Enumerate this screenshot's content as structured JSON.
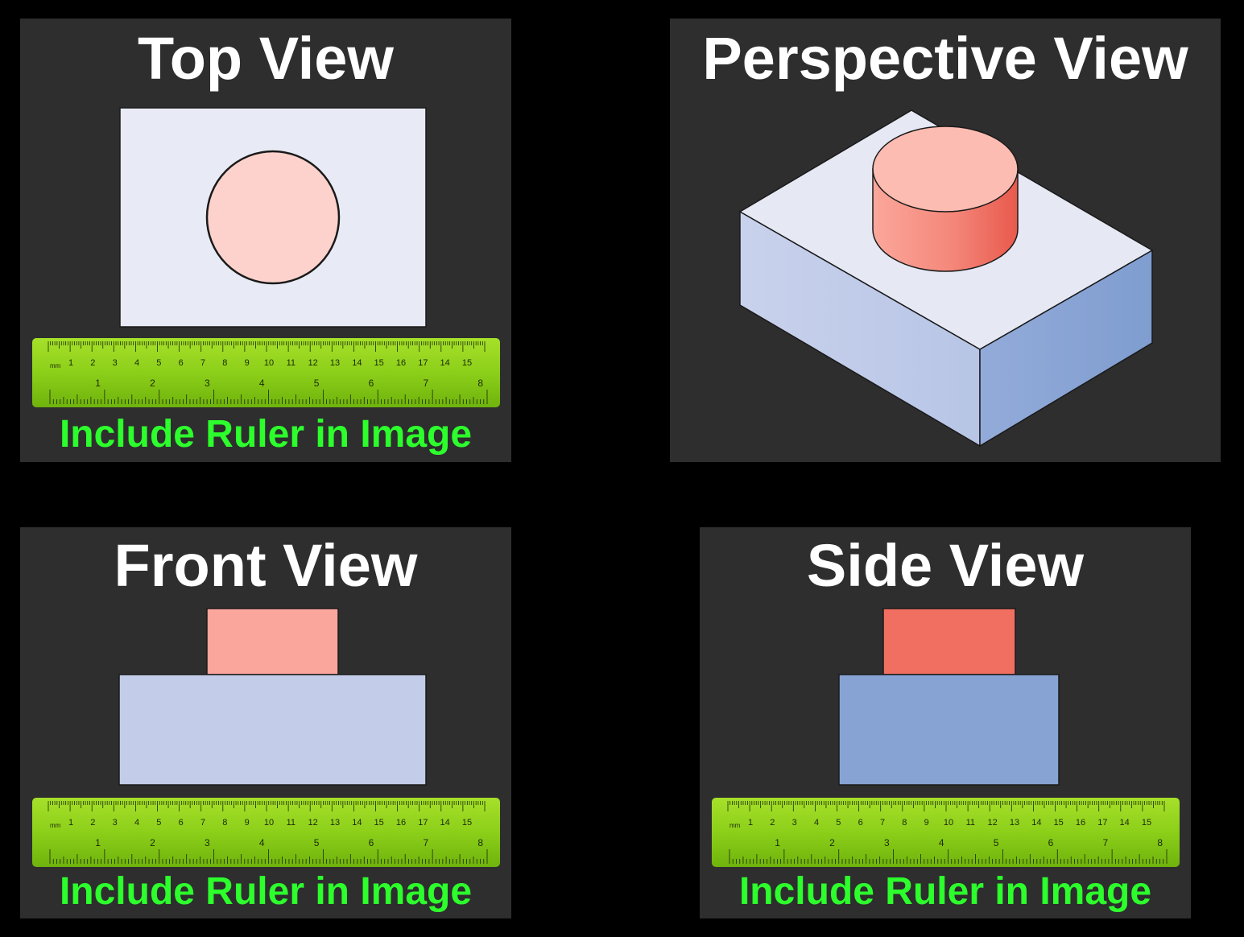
{
  "panels": {
    "top": {
      "title": "Top View",
      "caption": "Include Ruler in Image"
    },
    "perspective": {
      "title": "Perspective View"
    },
    "front": {
      "title": "Front View",
      "caption": "Include Ruler in Image"
    },
    "side": {
      "title": "Side View",
      "caption": "Include Ruler in Image"
    }
  },
  "ruler": {
    "unit_label": "mm",
    "upper_numbers": [
      "1",
      "2",
      "3",
      "4",
      "5",
      "6",
      "7",
      "8",
      "9",
      "10",
      "11",
      "12",
      "13",
      "14",
      "15",
      "16",
      "17",
      "14",
      "15"
    ],
    "lower_numbers": [
      "1",
      "2",
      "3",
      "4",
      "5",
      "6",
      "7",
      "8"
    ]
  },
  "colors": {
    "background": "#000000",
    "panel": "#2e2e2e",
    "title": "#ffffff",
    "caption": "#2cff2c",
    "ruler": "#8fd21a",
    "box_top": "#e6e8f4",
    "box_front": "#c2cde8",
    "box_side": "#89a5d4",
    "cylinder_top": "#fdbdb2",
    "cylinder_side": "#f07060"
  }
}
